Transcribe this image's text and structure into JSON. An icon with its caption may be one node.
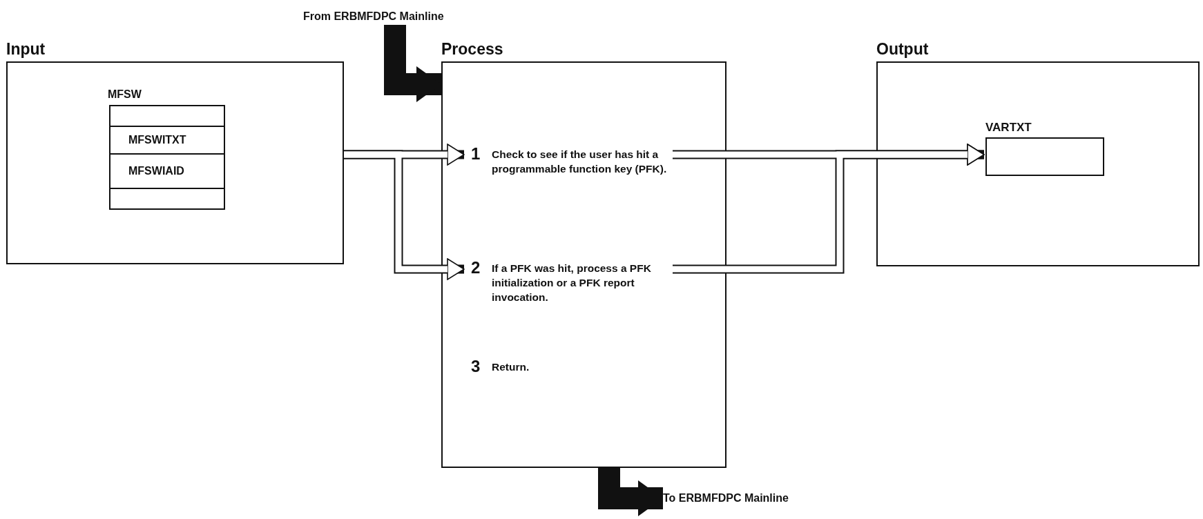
{
  "diagram": {
    "nodes": [
      {
        "text": [
          "From ERBMFDPC Mainline"
        ]
      },
      {
        "text": [
          "Input"
        ]
      },
      {
        "text": [
          "MFSW",
          "MFSWITXT",
          "MFSWIAID"
        ],
        "in": 1
      },
      {
        "text": [
          "Process"
        ]
      },
      {
        "text": [
          "1",
          "Check to see if the user has hit a programmable function key (PFK)."
        ],
        "in": 3
      },
      {
        "text": [
          "2",
          "If a PFK was hit, process a PFK initialization or a PFK report invocation."
        ],
        "in": 3
      },
      {
        "text": [
          "3",
          "Return."
        ],
        "in": 3
      },
      {
        "text": [
          "Output"
        ]
      },
      {
        "text": [
          "VARTXT"
        ],
        "in": 7
      },
      {
        "text": [
          "To ERBMFDPC Mainline"
        ]
      }
    ],
    "edges": [
      {
        "from": 0,
        "to": 3,
        "arrow": "to",
        "style": "thick"
      },
      {
        "from": 1,
        "to": 4,
        "arrow": "to"
      },
      {
        "from": 1,
        "to": 5,
        "arrow": "to"
      },
      {
        "from": 4,
        "to": 8,
        "arrow": "to"
      },
      {
        "from": 5,
        "to": 8,
        "arrow": "to"
      },
      {
        "from": 3,
        "to": 9,
        "arrow": "to",
        "style": "thick"
      }
    ]
  }
}
